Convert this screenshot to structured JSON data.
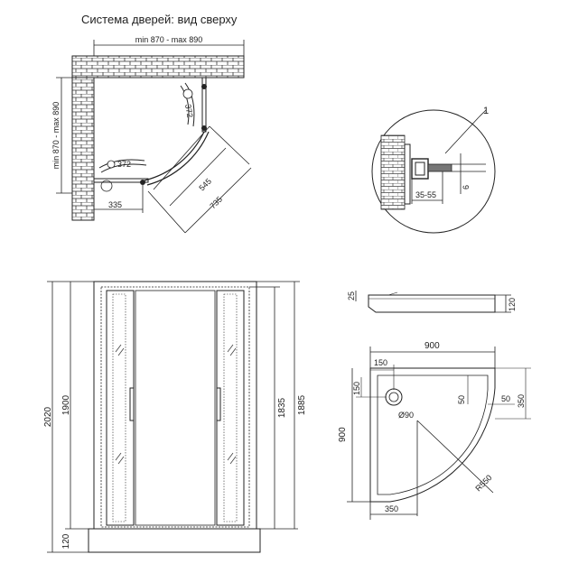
{
  "title": "Система дверей: вид сверху",
  "top_view": {
    "width_range": "min 870 - max 890",
    "height_range": "min 870 - max 890",
    "door_arc_top": "372",
    "door_arc_left": "372",
    "bottom_offset": "335",
    "diag_545": "545",
    "diag_735": "735"
  },
  "profile_detail": {
    "callout": "1",
    "gap": "35-55",
    "thickness": "6"
  },
  "front_view": {
    "total_height": "2020",
    "door_height": "1900",
    "base_height": "120",
    "inner_height_1": "1835",
    "inner_height_2": "1885"
  },
  "tray_side": {
    "rim": "25",
    "height": "120"
  },
  "tray_top": {
    "width": "900",
    "drain_offset_x": "150",
    "drain_offset_y": "150",
    "rim_1": "50",
    "rim_2": "50",
    "right_350": "350",
    "depth": "900",
    "drain_diameter": "Ø90",
    "radius": "R550",
    "bottom_350": "350"
  }
}
